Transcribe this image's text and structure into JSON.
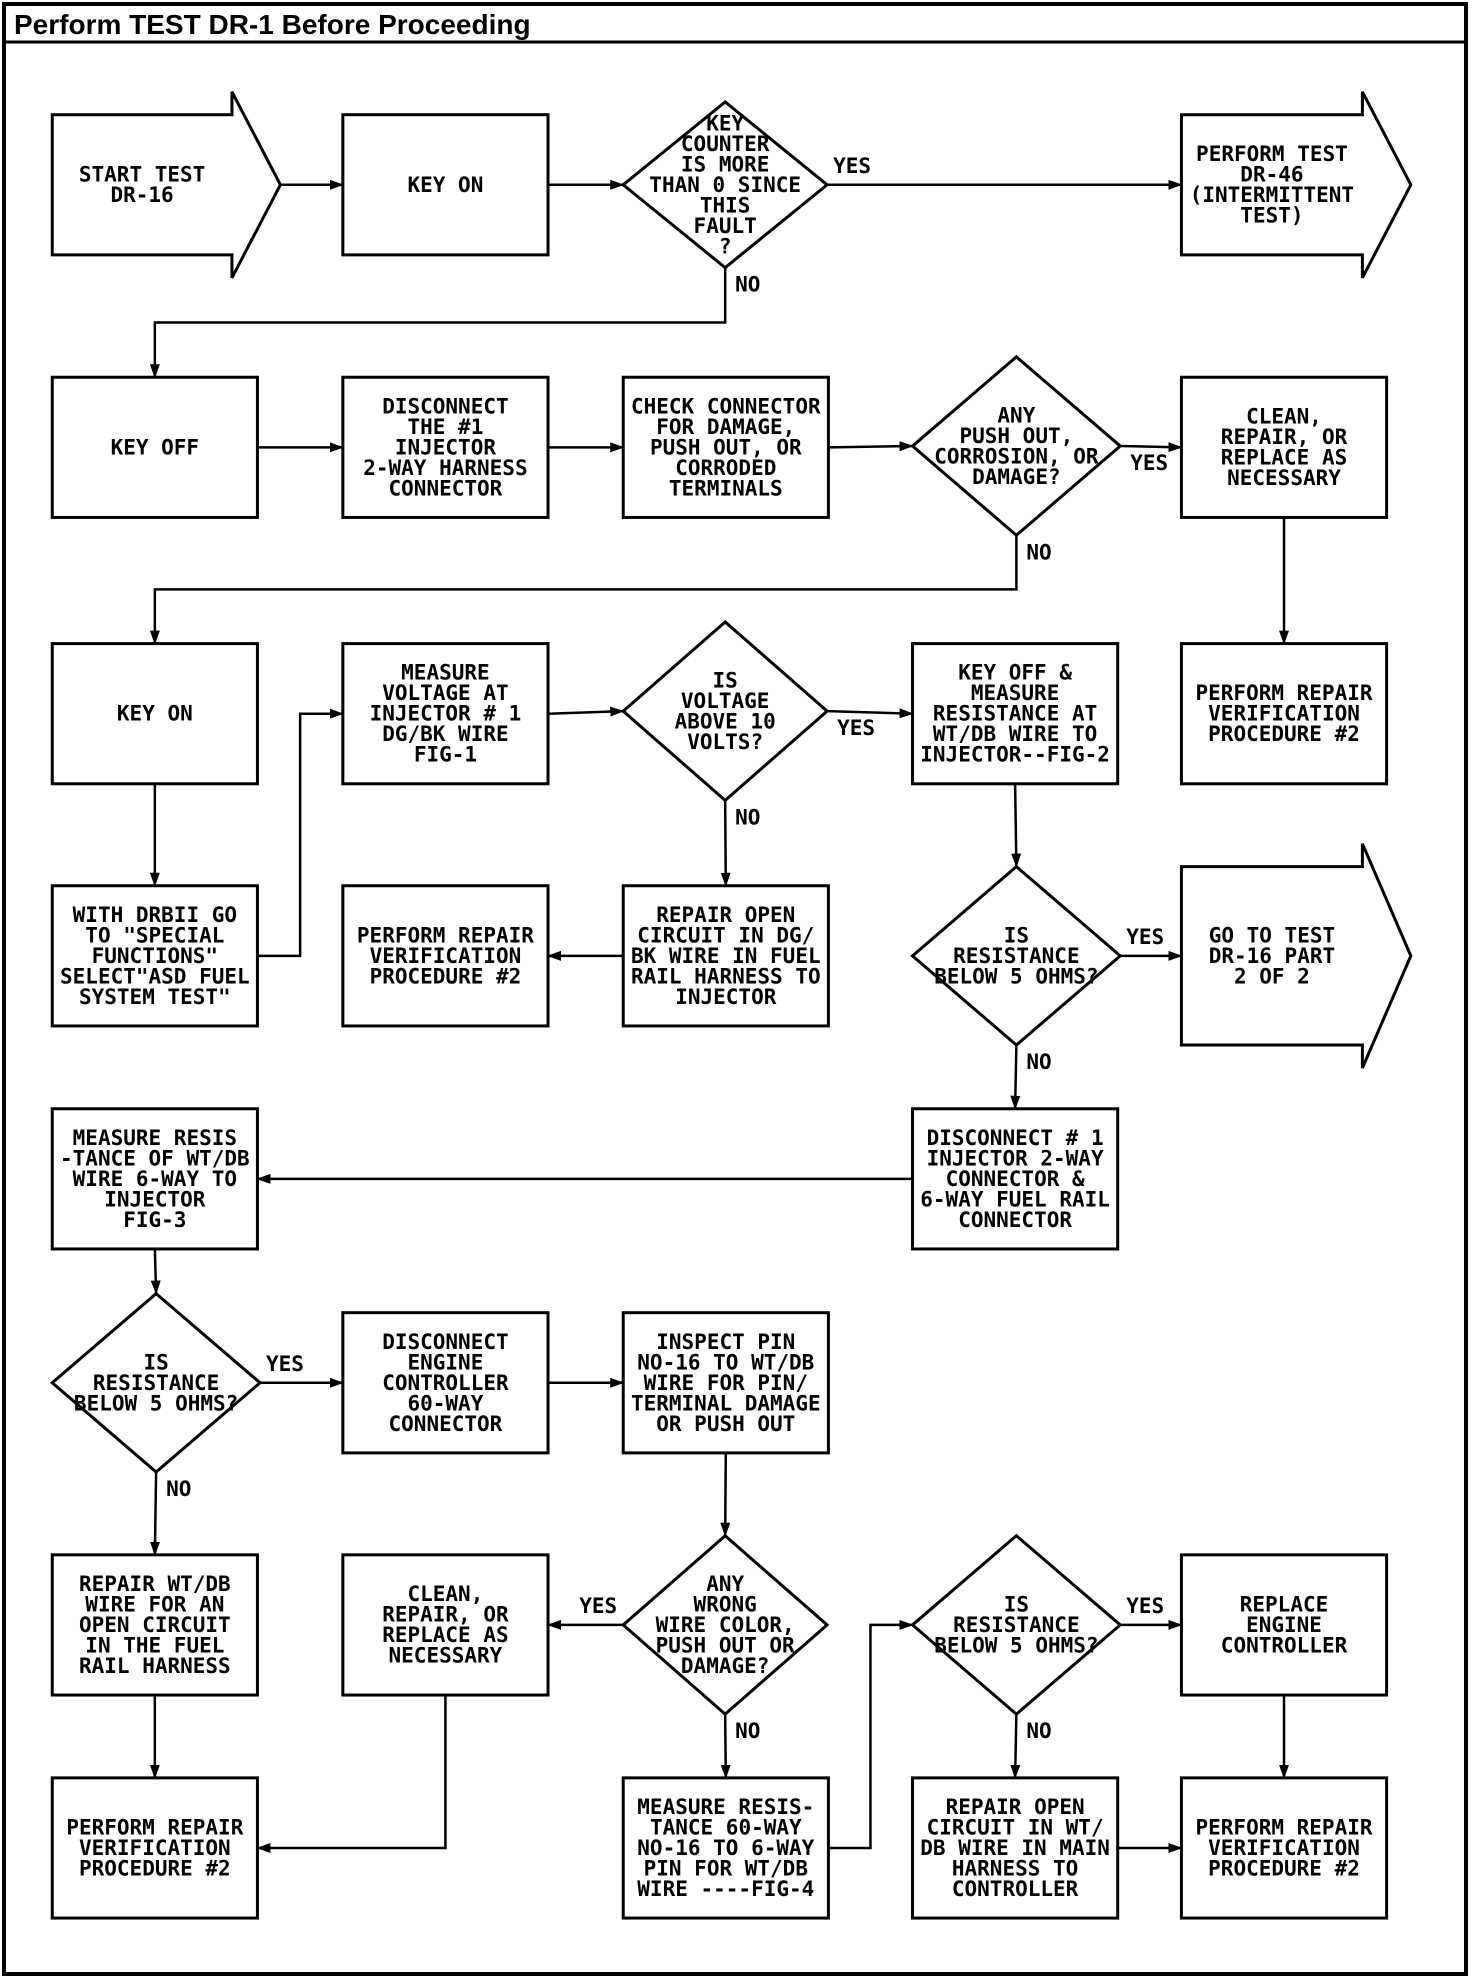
{
  "header": {
    "title": "Perform TEST DR-1 Before Proceeding"
  },
  "nodes": [
    {
      "id": "start",
      "kind": "arrow",
      "lines": [
        "START TEST",
        "DR-16"
      ]
    },
    {
      "id": "keyon1",
      "kind": "box",
      "lines": [
        "KEY ON"
      ]
    },
    {
      "id": "d_counter",
      "kind": "diamond",
      "lines": [
        "KEY",
        "COUNTER",
        "IS MORE",
        "THAN 0 SINCE",
        "THIS",
        "FAULT",
        "?"
      ]
    },
    {
      "id": "dr46",
      "kind": "arrow",
      "lines": [
        "PERFORM TEST",
        "DR-46",
        "(INTERMITTENT",
        "TEST)"
      ]
    },
    {
      "id": "keyoff",
      "kind": "box",
      "lines": [
        "KEY OFF"
      ]
    },
    {
      "id": "disc1",
      "kind": "box",
      "lines": [
        "DISCONNECT",
        "THE #1",
        "INJECTOR",
        "2-WAY HARNESS",
        "CONNECTOR"
      ]
    },
    {
      "id": "check",
      "kind": "box",
      "lines": [
        "CHECK CONNECTOR",
        "FOR DAMAGE,",
        "PUSH OUT, OR",
        "CORRODED",
        "TERMINALS"
      ]
    },
    {
      "id": "d_push",
      "kind": "diamond",
      "lines": [
        "ANY",
        "PUSH OUT,",
        "CORROSION, OR",
        "DAMAGE?"
      ]
    },
    {
      "id": "clean1",
      "kind": "box",
      "lines": [
        "CLEAN,",
        "REPAIR, OR",
        "REPLACE AS",
        "NECESSARY"
      ]
    },
    {
      "id": "keyon2",
      "kind": "box",
      "lines": [
        "KEY ON"
      ]
    },
    {
      "id": "measv",
      "kind": "box",
      "lines": [
        "MEASURE",
        "VOLTAGE AT",
        "INJECTOR # 1",
        "DG/BK WIRE",
        "FIG-1"
      ]
    },
    {
      "id": "d_volt",
      "kind": "diamond",
      "lines": [
        "IS",
        "VOLTAGE",
        "ABOVE 10",
        "VOLTS?"
      ]
    },
    {
      "id": "keyoffmeas",
      "kind": "box",
      "lines": [
        "KEY OFF &",
        "MEASURE",
        "RESISTANCE AT",
        "WT/DB WIRE TO",
        "INJECTOR--FIG-2"
      ]
    },
    {
      "id": "prv1",
      "kind": "box",
      "lines": [
        "PERFORM REPAIR",
        "VERIFICATION",
        "PROCEDURE #2"
      ]
    },
    {
      "id": "drbii",
      "kind": "box",
      "lines": [
        "WITH DRBII GO",
        "TO \"SPECIAL",
        "FUNCTIONS\"",
        "SELECT\"ASD FUEL",
        "SYSTEM TEST\""
      ]
    },
    {
      "id": "prv2",
      "kind": "box",
      "lines": [
        "PERFORM REPAIR",
        "VERIFICATION",
        "PROCEDURE #2"
      ]
    },
    {
      "id": "repopen1",
      "kind": "box",
      "lines": [
        "REPAIR OPEN",
        "CIRCUIT IN DG/",
        "BK WIRE IN FUEL",
        "RAIL HARNESS TO",
        "INJECTOR"
      ]
    },
    {
      "id": "d_res1",
      "kind": "diamond",
      "lines": [
        "IS",
        "RESISTANCE",
        "BELOW 5 OHMS?"
      ]
    },
    {
      "id": "goto",
      "kind": "arrow",
      "lines": [
        "GO TO TEST",
        "DR-16 PART",
        "2 OF 2"
      ]
    },
    {
      "id": "measres",
      "kind": "box",
      "lines": [
        "MEASURE RESIS",
        "-TANCE OF WT/DB",
        "WIRE 6-WAY TO",
        "INJECTOR",
        "FIG-3"
      ]
    },
    {
      "id": "disc2",
      "kind": "box",
      "lines": [
        "DISCONNECT # 1",
        "INJECTOR 2-WAY",
        "CONNECTOR &",
        "6-WAY FUEL RAIL",
        "CONNECTOR"
      ]
    },
    {
      "id": "d_res2",
      "kind": "diamond",
      "lines": [
        "IS",
        "RESISTANCE",
        "BELOW 5 OHMS?"
      ]
    },
    {
      "id": "discec",
      "kind": "box",
      "lines": [
        "DISCONNECT",
        "ENGINE",
        "CONTROLLER",
        "60-WAY",
        "CONNECTOR"
      ]
    },
    {
      "id": "inspect",
      "kind": "box",
      "lines": [
        "INSPECT PIN",
        "NO-16 TO WT/DB",
        "WIRE FOR PIN/",
        "TERMINAL DAMAGE",
        "OR PUSH OUT"
      ]
    },
    {
      "id": "repwt",
      "kind": "box",
      "lines": [
        "REPAIR WT/DB",
        "WIRE FOR AN",
        "OPEN CIRCUIT",
        "IN THE FUEL",
        "RAIL HARNESS"
      ]
    },
    {
      "id": "clean2",
      "kind": "box",
      "lines": [
        "CLEAN,",
        "REPAIR, OR",
        "REPLACE AS",
        "NECESSARY"
      ]
    },
    {
      "id": "d_wrong",
      "kind": "diamond",
      "lines": [
        "ANY",
        "WRONG",
        "WIRE COLOR,",
        "PUSH OUT OR",
        "DAMAGE?"
      ]
    },
    {
      "id": "d_res3",
      "kind": "diamond",
      "lines": [
        "IS",
        "RESISTANCE",
        "BELOW 5 OHMS?"
      ]
    },
    {
      "id": "replace",
      "kind": "box",
      "lines": [
        "REPLACE",
        "ENGINE",
        "CONTROLLER"
      ]
    },
    {
      "id": "prv3",
      "kind": "box",
      "lines": [
        "PERFORM REPAIR",
        "VERIFICATION",
        "PROCEDURE #2"
      ]
    },
    {
      "id": "meas60",
      "kind": "box",
      "lines": [
        "MEASURE RESIS-",
        "TANCE 60-WAY",
        "NO-16 TO 6-WAY",
        "PIN FOR WT/DB",
        "WIRE ----FIG-4"
      ]
    },
    {
      "id": "repopen2",
      "kind": "box",
      "lines": [
        "REPAIR OPEN",
        "CIRCUIT IN WT/",
        "DB WIRE IN MAIN",
        "HARNESS TO",
        "CONTROLLER"
      ]
    },
    {
      "id": "prv4",
      "kind": "box",
      "lines": [
        "PERFORM REPAIR",
        "VERIFICATION",
        "PROCEDURE #2"
      ]
    }
  ],
  "edges": [
    {
      "from": "start",
      "to": "keyon1",
      "label": ""
    },
    {
      "from": "keyon1",
      "to": "d_counter",
      "label": ""
    },
    {
      "from": "d_counter",
      "to": "dr46",
      "label": "YES"
    },
    {
      "from": "d_counter",
      "to": "keyoff",
      "label": "NO"
    },
    {
      "from": "keyoff",
      "to": "disc1",
      "label": ""
    },
    {
      "from": "disc1",
      "to": "check",
      "label": ""
    },
    {
      "from": "check",
      "to": "d_push",
      "label": ""
    },
    {
      "from": "d_push",
      "to": "clean1",
      "label": "YES"
    },
    {
      "from": "d_push",
      "to": "keyon2",
      "label": "NO"
    },
    {
      "from": "clean1",
      "to": "prv1",
      "label": ""
    },
    {
      "from": "keyon2",
      "to": "drbii",
      "label": ""
    },
    {
      "from": "drbii",
      "to": "measv",
      "label": ""
    },
    {
      "from": "measv",
      "to": "d_volt",
      "label": ""
    },
    {
      "from": "d_volt",
      "to": "keyoffmeas",
      "label": "YES"
    },
    {
      "from": "d_volt",
      "to": "repopen1",
      "label": "NO"
    },
    {
      "from": "repopen1",
      "to": "prv2",
      "label": ""
    },
    {
      "from": "keyoffmeas",
      "to": "d_res1",
      "label": ""
    },
    {
      "from": "d_res1",
      "to": "goto",
      "label": "YES"
    },
    {
      "from": "d_res1",
      "to": "disc2",
      "label": "NO"
    },
    {
      "from": "disc2",
      "to": "measres",
      "label": ""
    },
    {
      "from": "measres",
      "to": "d_res2",
      "label": ""
    },
    {
      "from": "d_res2",
      "to": "discec",
      "label": "YES"
    },
    {
      "from": "d_res2",
      "to": "repwt",
      "label": "NO"
    },
    {
      "from": "discec",
      "to": "inspect",
      "label": ""
    },
    {
      "from": "inspect",
      "to": "d_wrong",
      "label": ""
    },
    {
      "from": "d_wrong",
      "to": "clean2",
      "label": "YES"
    },
    {
      "from": "d_wrong",
      "to": "meas60",
      "label": "NO"
    },
    {
      "from": "repwt",
      "to": "prv3",
      "label": ""
    },
    {
      "from": "clean2",
      "to": "prv3",
      "label": ""
    },
    {
      "from": "meas60",
      "to": "d_res3",
      "label": ""
    },
    {
      "from": "d_res3",
      "to": "replace",
      "label": "YES"
    },
    {
      "from": "d_res3",
      "to": "repopen2",
      "label": "NO"
    },
    {
      "from": "replace",
      "to": "prv4",
      "label": ""
    },
    {
      "from": "repopen2",
      "to": "prv4",
      "label": ""
    }
  ]
}
